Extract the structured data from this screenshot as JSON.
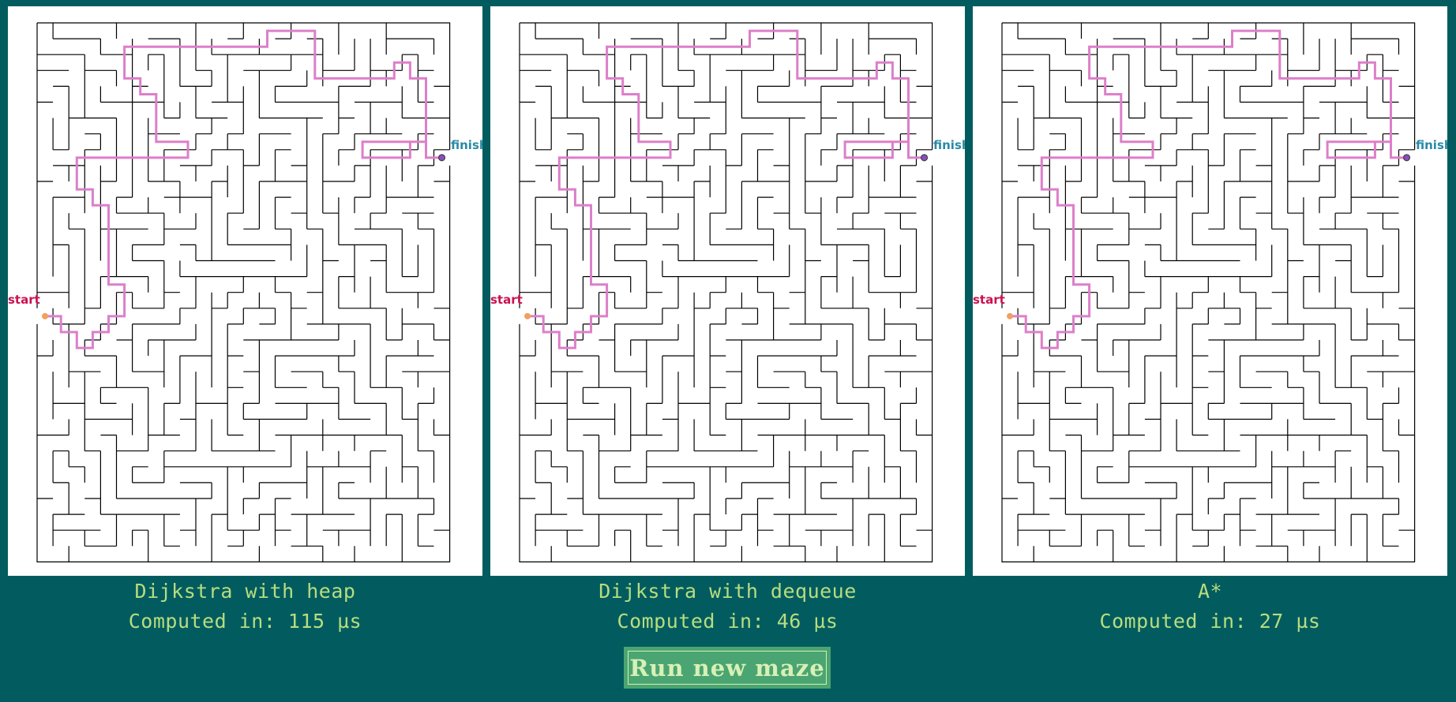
{
  "colors": {
    "background": "#025c5f",
    "panel": "#ffffff",
    "wall": "#000000",
    "path": "#dd7fc9",
    "start_marker": "#f0a060",
    "finish_marker": "#8a4fb8",
    "start_label": "#cc1050",
    "finish_label": "#2a8aa6",
    "caption_text": "#b7dd7f",
    "button_bg": "#4aa572",
    "button_text": "#d8f0b6"
  },
  "maze": {
    "columns": 26,
    "rows": 34,
    "start_label": "start",
    "finish_label": "finish"
  },
  "panels": [
    {
      "algorithm": "Dijkstra with heap",
      "timing": "Computed in: 115 µs"
    },
    {
      "algorithm": "Dijkstra with dequeue",
      "timing": "Computed in: 46 µs"
    },
    {
      "algorithm": "A*",
      "timing": "Computed in: 27 µs"
    }
  ],
  "button": {
    "label": "Run new maze"
  }
}
